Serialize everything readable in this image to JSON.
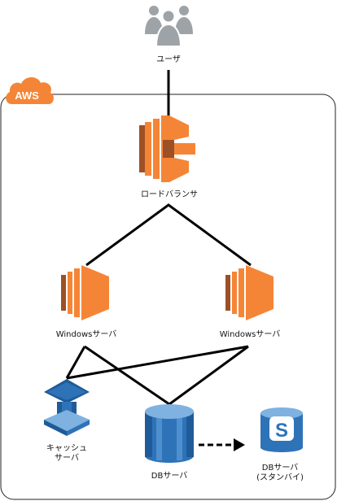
{
  "cloud": {
    "label": "AWS",
    "color": "#f58536"
  },
  "colors": {
    "compute_orange": "#f58536",
    "compute_dark": "#9d5025",
    "db_blue": "#2e73b8",
    "db_dark": "#1f5b98",
    "user_gray": "#9ea3a8",
    "line": "#000000"
  },
  "nodes": {
    "user": {
      "label": "ユーザ",
      "icon": "users-icon"
    },
    "load_balancer": {
      "label": "ロードバランサ",
      "icon": "elastic-load-balancer-icon"
    },
    "windows_server_left": {
      "label": "Windowsサーバ",
      "icon": "ec2-instance-icon"
    },
    "windows_server_right": {
      "label": "Windowsサーバ",
      "icon": "ec2-instance-icon"
    },
    "cache_server": {
      "label_line1": "キャッシュ",
      "label_line2": "サーバ",
      "icon": "elasticache-icon"
    },
    "db_server": {
      "label": "DBサーバ",
      "icon": "rds-db-instance-icon"
    },
    "db_standby": {
      "label_line1": "DBサーバ",
      "label_line2": "(スタンバイ)",
      "icon": "simpledb-icon",
      "glyph": "S"
    }
  }
}
